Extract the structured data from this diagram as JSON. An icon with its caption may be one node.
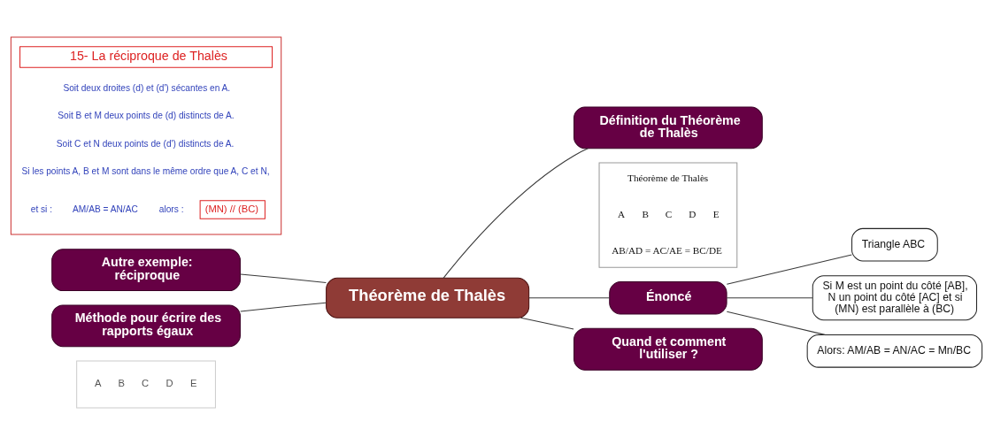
{
  "diagram": {
    "nodes": [
      {
        "text": [
          "Théorème de Thalès"
        ]
      },
      {
        "text": [
          "15- La réciproque de Thalès",
          "Soit deux droites (d) et (d') sécantes en A.",
          "Soit B et M deux points de (d) distincts de A.",
          "Soit C et N deux points de (d') distincts de A.",
          "Si les points A, B et M sont dans le même ordre que A, C et N,",
          "et si :",
          "AM/AB = AN/AC",
          "alors :",
          "(MN) // (BC)"
        ]
      },
      {
        "text": [
          "Autre exemple: réciproque"
        ]
      },
      {
        "text": [
          "Méthode pour écrire des rapports égaux"
        ]
      },
      {
        "text": [
          "A",
          "B",
          "C",
          "D",
          "E"
        ]
      },
      {
        "text": [
          "Définition du Théorème de Thalès"
        ]
      },
      {
        "text": [
          "Théorème de Thalès",
          "A",
          "B",
          "C",
          "D",
          "E",
          "AB/AD = AC/AE = BC/DE"
        ]
      },
      {
        "text": [
          "Énoncé"
        ]
      },
      {
        "text": [
          "Triangle ABC"
        ]
      },
      {
        "text": [
          "Si M est un point du côté [AB], N un point du côté [AC] et si (MN) est parallèle à (BC)"
        ]
      },
      {
        "text": [
          "Alors: AM/AB = AN/AC = Mn/BC"
        ]
      },
      {
        "text": [
          "Quand et comment l'utiliser ?"
        ]
      }
    ],
    "edges": [
      {
        "from": 0,
        "to": 2,
        "arrow": "none"
      },
      {
        "from": 0,
        "to": 3,
        "arrow": "none"
      },
      {
        "from": 0,
        "to": 5,
        "arrow": "none"
      },
      {
        "from": 0,
        "to": 7,
        "arrow": "none"
      },
      {
        "from": 0,
        "to": 11,
        "arrow": "none"
      },
      {
        "from": 7,
        "to": 8,
        "arrow": "none"
      },
      {
        "from": 7,
        "to": 9,
        "arrow": "none"
      },
      {
        "from": 7,
        "to": 10,
        "arrow": "none"
      }
    ]
  }
}
